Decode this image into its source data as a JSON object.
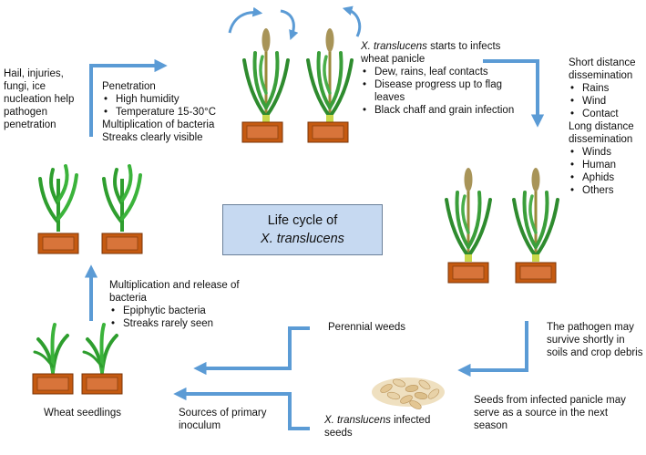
{
  "center": {
    "line1": "Life cycle of",
    "line2": "X. translucens"
  },
  "hail_note": "Hail, injuries, fungi, ice nucleation help pathogen penetration",
  "penetration": {
    "title": "Penetration",
    "bullets": [
      "High humidity",
      "Temperature 15-30°C"
    ],
    "line3": "Multiplication of bacteria",
    "line4": "Streaks clearly visible"
  },
  "infects": {
    "species": "X. translucens",
    "rest": " starts to infects wheat panicle",
    "bullets": [
      "Dew, rains, leaf contacts",
      "Disease progress up to flag leaves",
      "Black chaff and grain infection"
    ]
  },
  "dissemination": {
    "short_title": "Short distance dissemination",
    "short_items": [
      "Rains",
      "Wind",
      "Contact"
    ],
    "long_title": "Long distance dissemination",
    "long_items": [
      "Winds",
      "Human",
      "Aphids",
      "Others"
    ]
  },
  "multiplication": {
    "title": "Multiplication and release of bacteria",
    "bullets": [
      "Epiphytic bacteria",
      "Streaks rarely seen"
    ]
  },
  "seedlings_label": "Wheat seedlings",
  "perennial_weeds": "Perennial weeds",
  "survive": "The pathogen may survive shortly in soils and crop debris",
  "seeds_season": "Seeds from infected panicle may serve as a source in the next season",
  "primary_inoculum": "Sources of primary inoculum",
  "infected_seeds": {
    "species": "X. translucens",
    "rest": " infected seeds"
  },
  "colors": {
    "arrow": "#5b9bd5",
    "pot": "#c55a11",
    "leaf": "#2e9e2e",
    "center_box": "#c6d9f1",
    "seed": "#e8d2a8"
  }
}
